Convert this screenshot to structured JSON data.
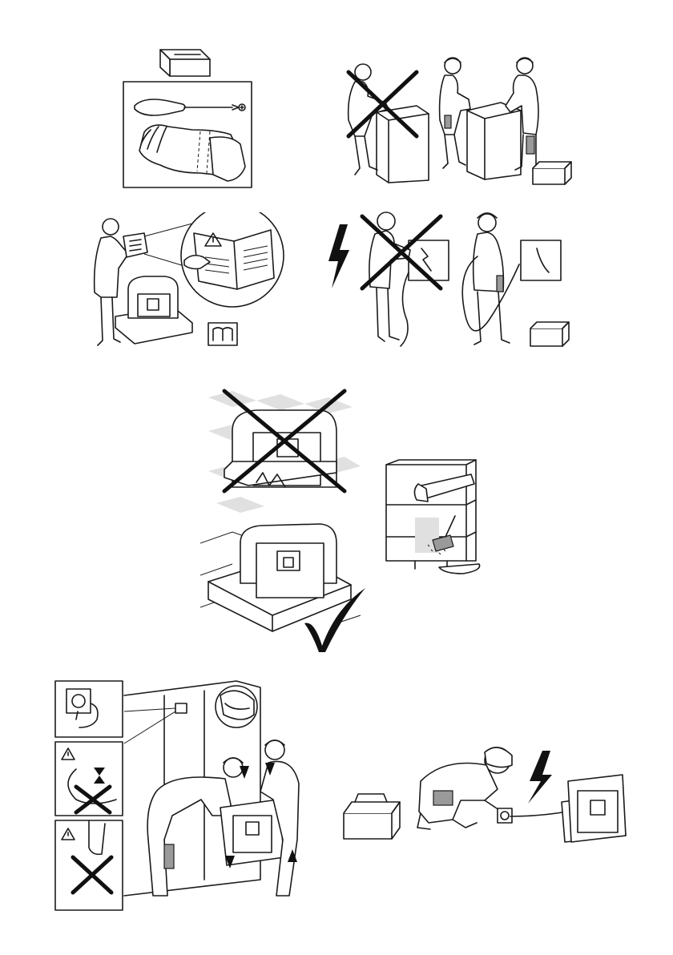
{
  "page": {
    "background": "#ffffff",
    "line_color": "#1a1a1a"
  },
  "illustrations": [
    {
      "id": "tools",
      "icons": [
        "toolbox-icon",
        "screwdriver-icon",
        "gloves-icon"
      ]
    },
    {
      "id": "lifting",
      "icons": [
        "single-person-lift-prohibited-icon",
        "two-person-lift-icon",
        "toolbox-icon"
      ]
    },
    {
      "id": "manual",
      "icons": [
        "person-reading-manual-icon",
        "warning-magnifier-icon",
        "book-icon"
      ]
    },
    {
      "id": "electrical",
      "icons": [
        "lightning-icon",
        "untrained-electrical-work-prohibited-icon",
        "qualified-electrician-icon",
        "toolbox-icon"
      ]
    },
    {
      "id": "surface",
      "icons": [
        "unprotected-floor-prohibited-icon",
        "protected-surface-approved-icon",
        "checkmark-icon"
      ]
    },
    {
      "id": "cabinet-prep",
      "icons": [
        "cabinet-icon",
        "saw-icon",
        "brush-icon"
      ]
    },
    {
      "id": "installation",
      "icons": [
        "socket-detail-icon",
        "cable-pinch-warning-icon",
        "hand-pinch-warning-icon",
        "two-installers-icon"
      ]
    },
    {
      "id": "connection",
      "icons": [
        "toolbox-icon",
        "installer-plugging-icon",
        "lightning-icon",
        "appliance-icon"
      ]
    }
  ]
}
